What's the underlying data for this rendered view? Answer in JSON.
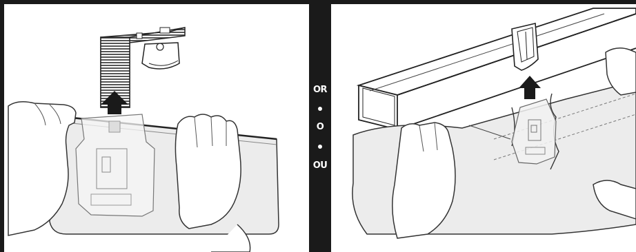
{
  "separator": {
    "or_label": "OR",
    "o_label": "O",
    "ou_label": "OU"
  },
  "colors": {
    "frame": "#1a1a1a",
    "fabric": "#ececec",
    "outline": "#333333",
    "arrow": "#1a1a1a"
  },
  "icons": {
    "lift_arrow": "arrow-up-icon"
  }
}
